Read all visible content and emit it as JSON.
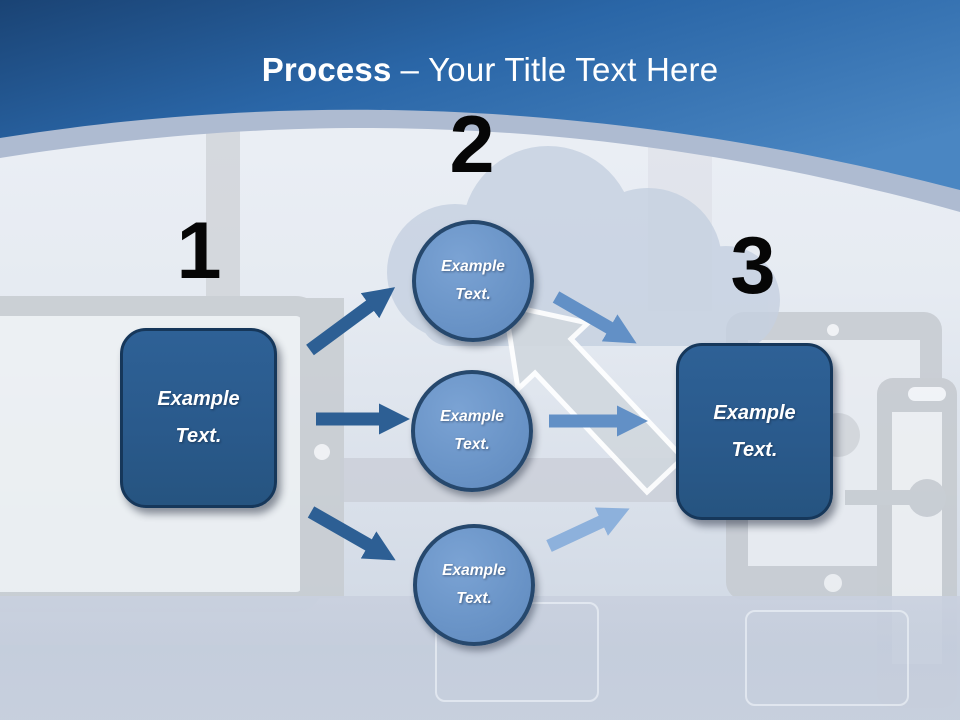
{
  "title": {
    "emphasis": "Process",
    "separator": "–",
    "rest": "Your Title Text Here"
  },
  "diagram": {
    "numbers": [
      "1",
      "2",
      "3"
    ],
    "left_box": {
      "line1": "Example",
      "line2": "Text."
    },
    "right_box": {
      "line1": "Example",
      "line2": "Text."
    },
    "circles": [
      {
        "line1": "Example",
        "line2": "Text."
      },
      {
        "line1": "Example",
        "line2": "Text."
      },
      {
        "line1": "Example",
        "line2": "Text."
      }
    ]
  },
  "colors": {
    "header_blue_dark": "#1a4374",
    "header_blue_light": "#4a86c2",
    "band": "#aebbd1",
    "box_fill": "#2a5a8c",
    "box_border": "#16375a",
    "circle_fill": "#6b95c8",
    "circle_border": "#26486d",
    "arrow_dark": "#2d5f94",
    "arrow_medium": "#6290c6",
    "arrow_light": "#8db1dc",
    "number_color": "#060606",
    "background_gray": "#c7cbd0"
  },
  "background_icons": [
    "cloud-upload-icon",
    "desktop-monitor-icon",
    "tablet-icon",
    "smartphone-icon",
    "connector-dot-icon"
  ]
}
